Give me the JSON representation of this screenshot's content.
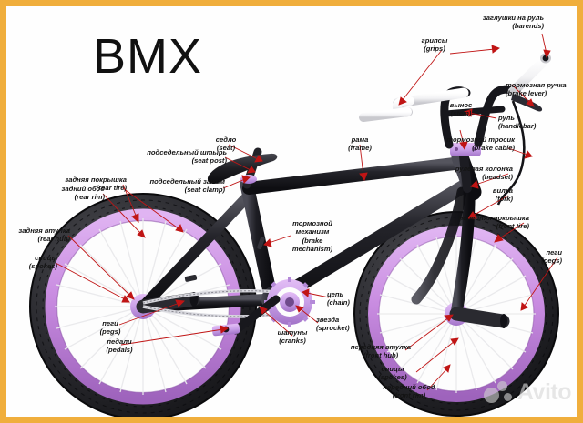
{
  "page": {
    "title": "BMX",
    "border_color": "#F0AE3C",
    "background_color": "#fefefe",
    "leader_color": "#C01515",
    "rim_color": "#C88BE0",
    "accent_purple": "#C9A0E8",
    "frame_color": "#1a1a1e"
  },
  "watermark": {
    "text": "Avito"
  },
  "labels": [
    {
      "id": "barends",
      "ru": "заглушки на руль",
      "en": "(barends)"
    },
    {
      "id": "grips",
      "ru": "грипсы",
      "en": "(grips)"
    },
    {
      "id": "brake-lever",
      "ru": "тормозная ручка",
      "en": "(brake lever)"
    },
    {
      "id": "handlebar",
      "ru": "руль",
      "en": "(handlebar)"
    },
    {
      "id": "stem",
      "ru": "вынос",
      "en": "(stem)"
    },
    {
      "id": "brake-cable",
      "ru": "тормозной тросик",
      "en": "(brake cable)"
    },
    {
      "id": "headset",
      "ru": "рулевая колонка",
      "en": "(headset)"
    },
    {
      "id": "fork",
      "ru": "вилка",
      "en": "(fork)"
    },
    {
      "id": "front-tire",
      "ru": "передняя покрышка",
      "en": "(front tire)"
    },
    {
      "id": "pegs-front",
      "ru": "пеги",
      "en": "(pegs)"
    },
    {
      "id": "frame",
      "ru": "рама",
      "en": "(frame)"
    },
    {
      "id": "seat",
      "ru": "седло",
      "en": "(seat)"
    },
    {
      "id": "seat-post",
      "ru": "подседельный штырь",
      "en": "(seat post)"
    },
    {
      "id": "seat-clamp",
      "ru": "подседельный зажим",
      "en": "(seat clamp)"
    },
    {
      "id": "rear-tire",
      "ru": "задняя покрышка",
      "en": "(rear tire)"
    },
    {
      "id": "rear-rim",
      "ru": "задний обод",
      "en": "(rear rim)"
    },
    {
      "id": "rear-hub",
      "ru": "задняя втулка",
      "en": "(rear hub)"
    },
    {
      "id": "spokes-rear",
      "ru": "спицы",
      "en": "(spokes)"
    },
    {
      "id": "pegs-rear",
      "ru": "пеги",
      "en": "(pegs)"
    },
    {
      "id": "brake-mechanism",
      "ru": "тормозной\nмеханизм",
      "en": "(brake\nmechanism)",
      "ru1": "тормозной",
      "ru2": "механизм",
      "en1": "(brake",
      "en2": "mechanism)"
    },
    {
      "id": "pedals",
      "ru": "педали",
      "en": "(pedals)"
    },
    {
      "id": "cranks",
      "ru": "шатуны",
      "en": "(cranks)"
    },
    {
      "id": "sprocket",
      "ru": "звезда",
      "en": "(sprocket)"
    },
    {
      "id": "chain",
      "ru": "цепь",
      "en": "(chain)"
    },
    {
      "id": "front-hub",
      "ru": "передняя втулка",
      "en": "(front hub)"
    },
    {
      "id": "spokes-front",
      "ru": "спицы",
      "en": "(spokes)"
    },
    {
      "id": "front-rim",
      "ru": "передний обод",
      "en": "(front rim)"
    }
  ]
}
